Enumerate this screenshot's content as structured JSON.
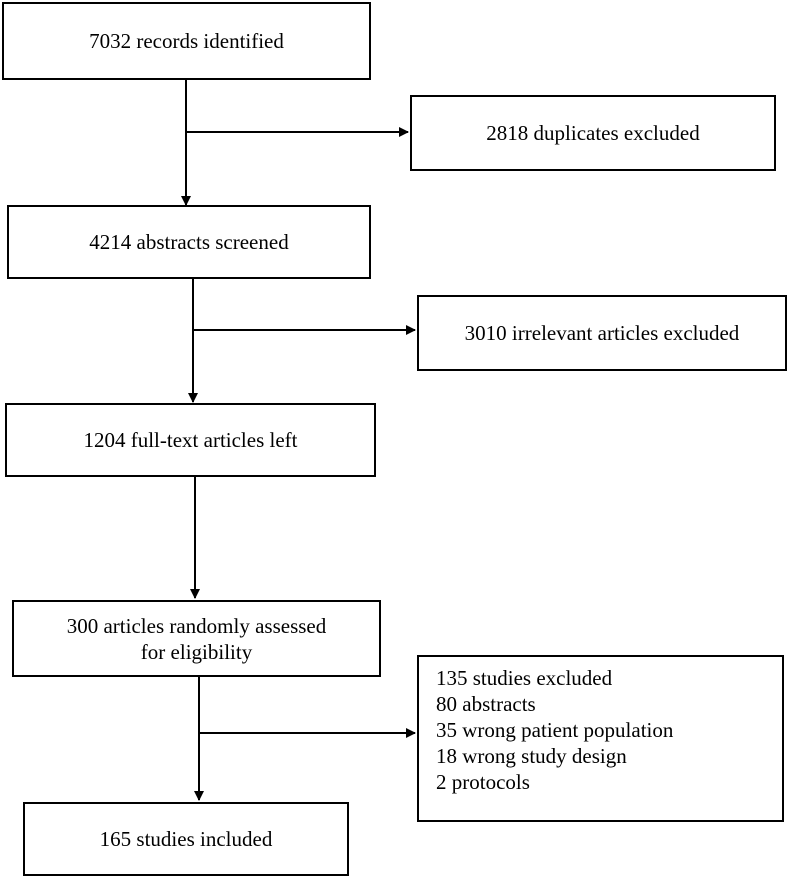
{
  "flow": {
    "identified": "7032 records identified",
    "duplicates": "2818 duplicates excluded",
    "screened": "4214 abstracts screened",
    "irrelevant": "3010 irrelevant articles excluded",
    "full_text": "1204 full-text articles left",
    "assessed": {
      "line1": "300 articles randomly assessed",
      "line2": "for eligibility"
    },
    "excluded": {
      "total": "135 studies excluded",
      "reasons": [
        "80 abstracts",
        "35 wrong patient population",
        "18 wrong study design",
        "2 protocols"
      ]
    },
    "included": "165 studies included"
  }
}
